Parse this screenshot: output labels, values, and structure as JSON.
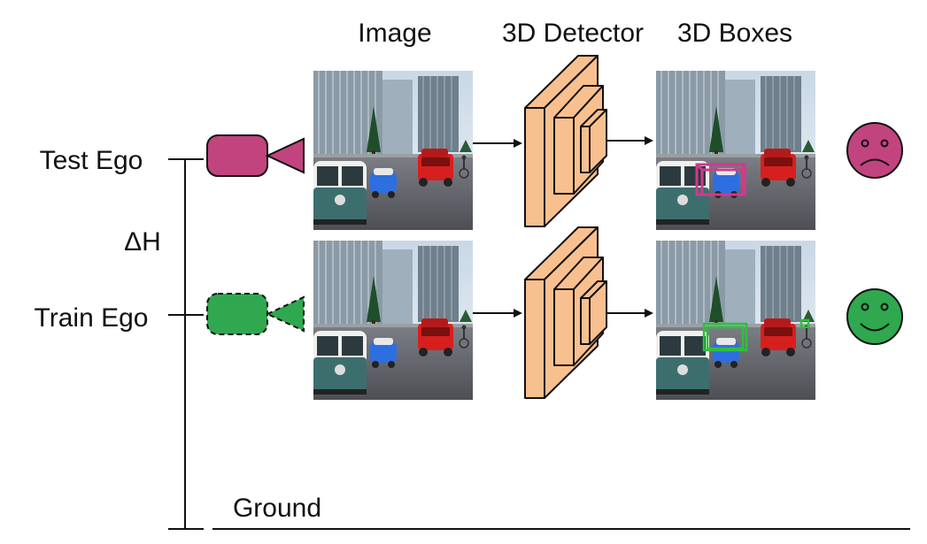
{
  "headers": {
    "image": "Image",
    "detector": "3D Detector",
    "boxes": "3D Boxes"
  },
  "rows": {
    "test": {
      "label": "Test Ego",
      "camera_color": "#c2447e",
      "camera_style": "solid",
      "face": "sad",
      "face_color": "#c2447e",
      "box_color": "#d03a8c"
    },
    "train": {
      "label": "Train Ego",
      "camera_color": "#2fa84f",
      "camera_style": "dashed",
      "face": "happy",
      "face_color": "#2fa84f",
      "box_color": "#2fbf3f"
    }
  },
  "delta_label": "ΔH",
  "ground_label": "Ground",
  "colors": {
    "detector_fill": "#f9c08f",
    "detector_stroke": "#111111",
    "line": "#111111"
  },
  "icons": [
    "camera-icon",
    "detector-block-icon",
    "sad-face-icon",
    "happy-face-icon",
    "street-scene-image"
  ]
}
